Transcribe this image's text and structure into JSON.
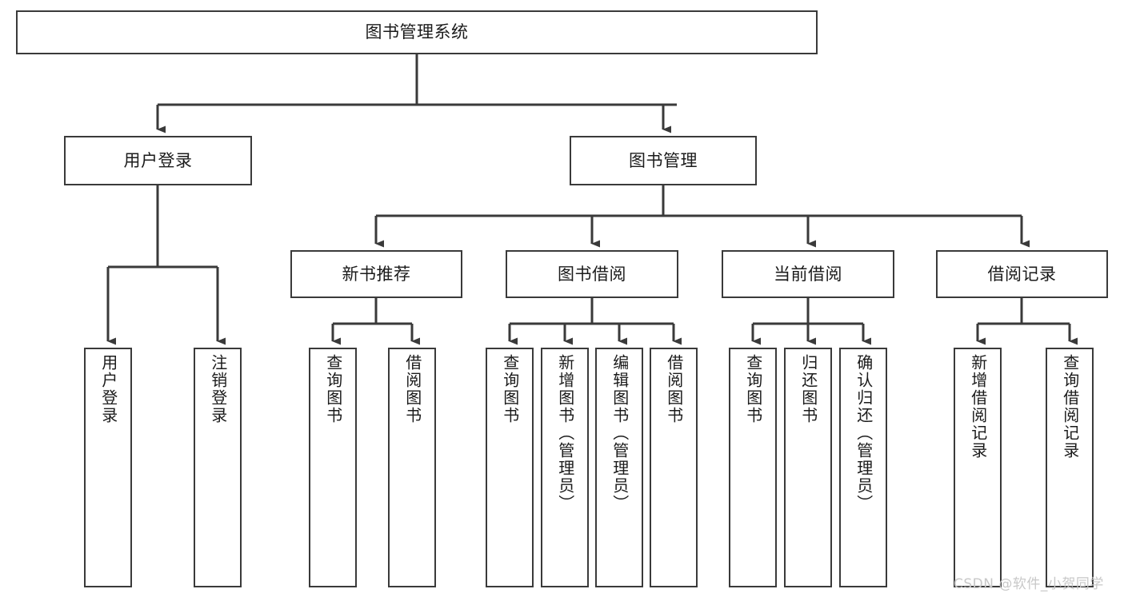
{
  "diagram": {
    "type": "tree-hierarchy",
    "title": "图书管理系统",
    "root": {
      "label": "图书管理系统"
    },
    "level2": [
      {
        "label": "用户登录"
      },
      {
        "label": "图书管理"
      }
    ],
    "level3": [
      {
        "label": "新书推荐"
      },
      {
        "label": "图书借阅"
      },
      {
        "label": "当前借阅"
      },
      {
        "label": "借阅记录"
      }
    ],
    "leaves": {
      "user_login": [
        {
          "label": "用户登录"
        },
        {
          "label": "注销登录"
        }
      ],
      "new_book_recommend": [
        {
          "label": "查询图书"
        },
        {
          "label": "借阅图书"
        }
      ],
      "book_borrow": [
        {
          "label": "查询图书"
        },
        {
          "label": "新增图书（管理员）"
        },
        {
          "label": "编辑图书（管理员）"
        },
        {
          "label": "借阅图书"
        }
      ],
      "current_borrow": [
        {
          "label": "查询图书"
        },
        {
          "label": "归还图书"
        },
        {
          "label": "确认归还（管理员）"
        }
      ],
      "borrow_records": [
        {
          "label": "新增借阅记录"
        },
        {
          "label": "查询借阅记录"
        }
      ]
    },
    "watermark": "CSDN @软件_小贺同学",
    "colors": {
      "stroke": "#3a3a3a",
      "fill": "#ffffff",
      "text": "#1b1b1b",
      "watermark": "#c8c8c8"
    }
  }
}
